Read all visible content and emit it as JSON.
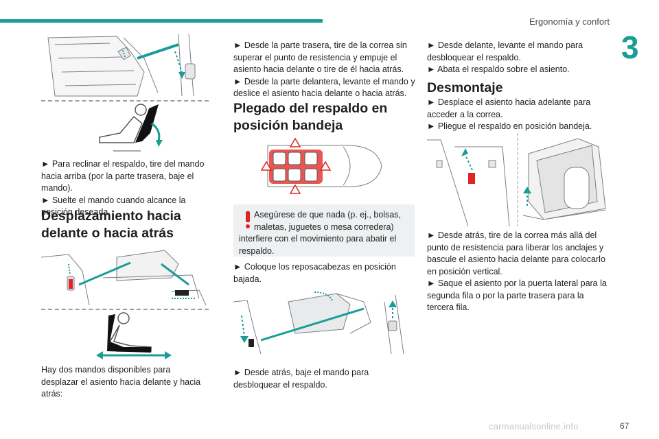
{
  "header": {
    "section_title": "Ergonomía y confort",
    "chapter": "3",
    "page_number": "67"
  },
  "watermark": "carmanualsonline.info",
  "colors": {
    "accent": "#1a9c98",
    "warning": "#e02424",
    "arrow": "#1a9c98"
  },
  "col1": {
    "recline_p1": "► Para reclinar el respaldo, tire del mando hacia arriba (por la parte trasera, baje el mando).",
    "recline_p2": "► Suelte el mando cuando alcance la posición deseada.",
    "heading_slide": "Desplazamiento hacia delante o hacia atrás",
    "slide_intro": "Hay dos mandos disponibles para desplazar el asiento hacia delante y hacia atrás:"
  },
  "col2": {
    "p1": "► Desde la parte trasera, tire de la correa sin superar el punto de resistencia y empuje el asiento hacia delante o tire de él hacia atrás.",
    "p2": "► Desde la parte delantera, levante el mando y deslice el asiento hacia delante o hacia atrás.",
    "heading_fold": "Plegado del respaldo en posición bandeja",
    "warning": {
      "line1": "Asegúrese de que nada (p. ej., bolsas,",
      "line2": "maletas, juguetes o mesa corredera)",
      "line3": "interfiere con el movimiento para abatir el respaldo."
    },
    "p3": "► Coloque los reposacabezas en posición bajada.",
    "p4": "► Desde atrás, baje el mando para desbloquear el respaldo."
  },
  "col3": {
    "p1": "► Desde delante, levante el mando para desbloquear el respaldo.",
    "p2": "► Abata el respaldo sobre el asiento.",
    "heading_remove": "Desmontaje",
    "p3": "► Desplace el asiento hacia adelante para acceder a la correa.",
    "p4": "► Pliegue el respaldo en posición bandeja.",
    "p5": "► Desde atrás, tire de la correa más allá del punto de resistencia para liberar los anclajes y bascule el asiento hacia delante para colocarlo en posición vertical.",
    "p6": "► Saque el asiento por la puerta lateral para la segunda fila o por la parte trasera para la tercera fila."
  }
}
